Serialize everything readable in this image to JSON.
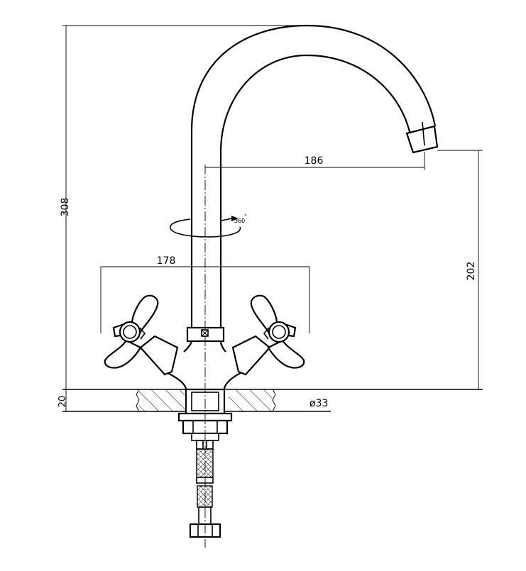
{
  "dimensions": {
    "height_total": "308",
    "spout_reach": "186",
    "spout_height": "202",
    "handle_span": "178",
    "base_thickness": "20",
    "mount_diameter": "ø33"
  },
  "rotation": {
    "label": "360",
    "degree_symbol": "°"
  }
}
